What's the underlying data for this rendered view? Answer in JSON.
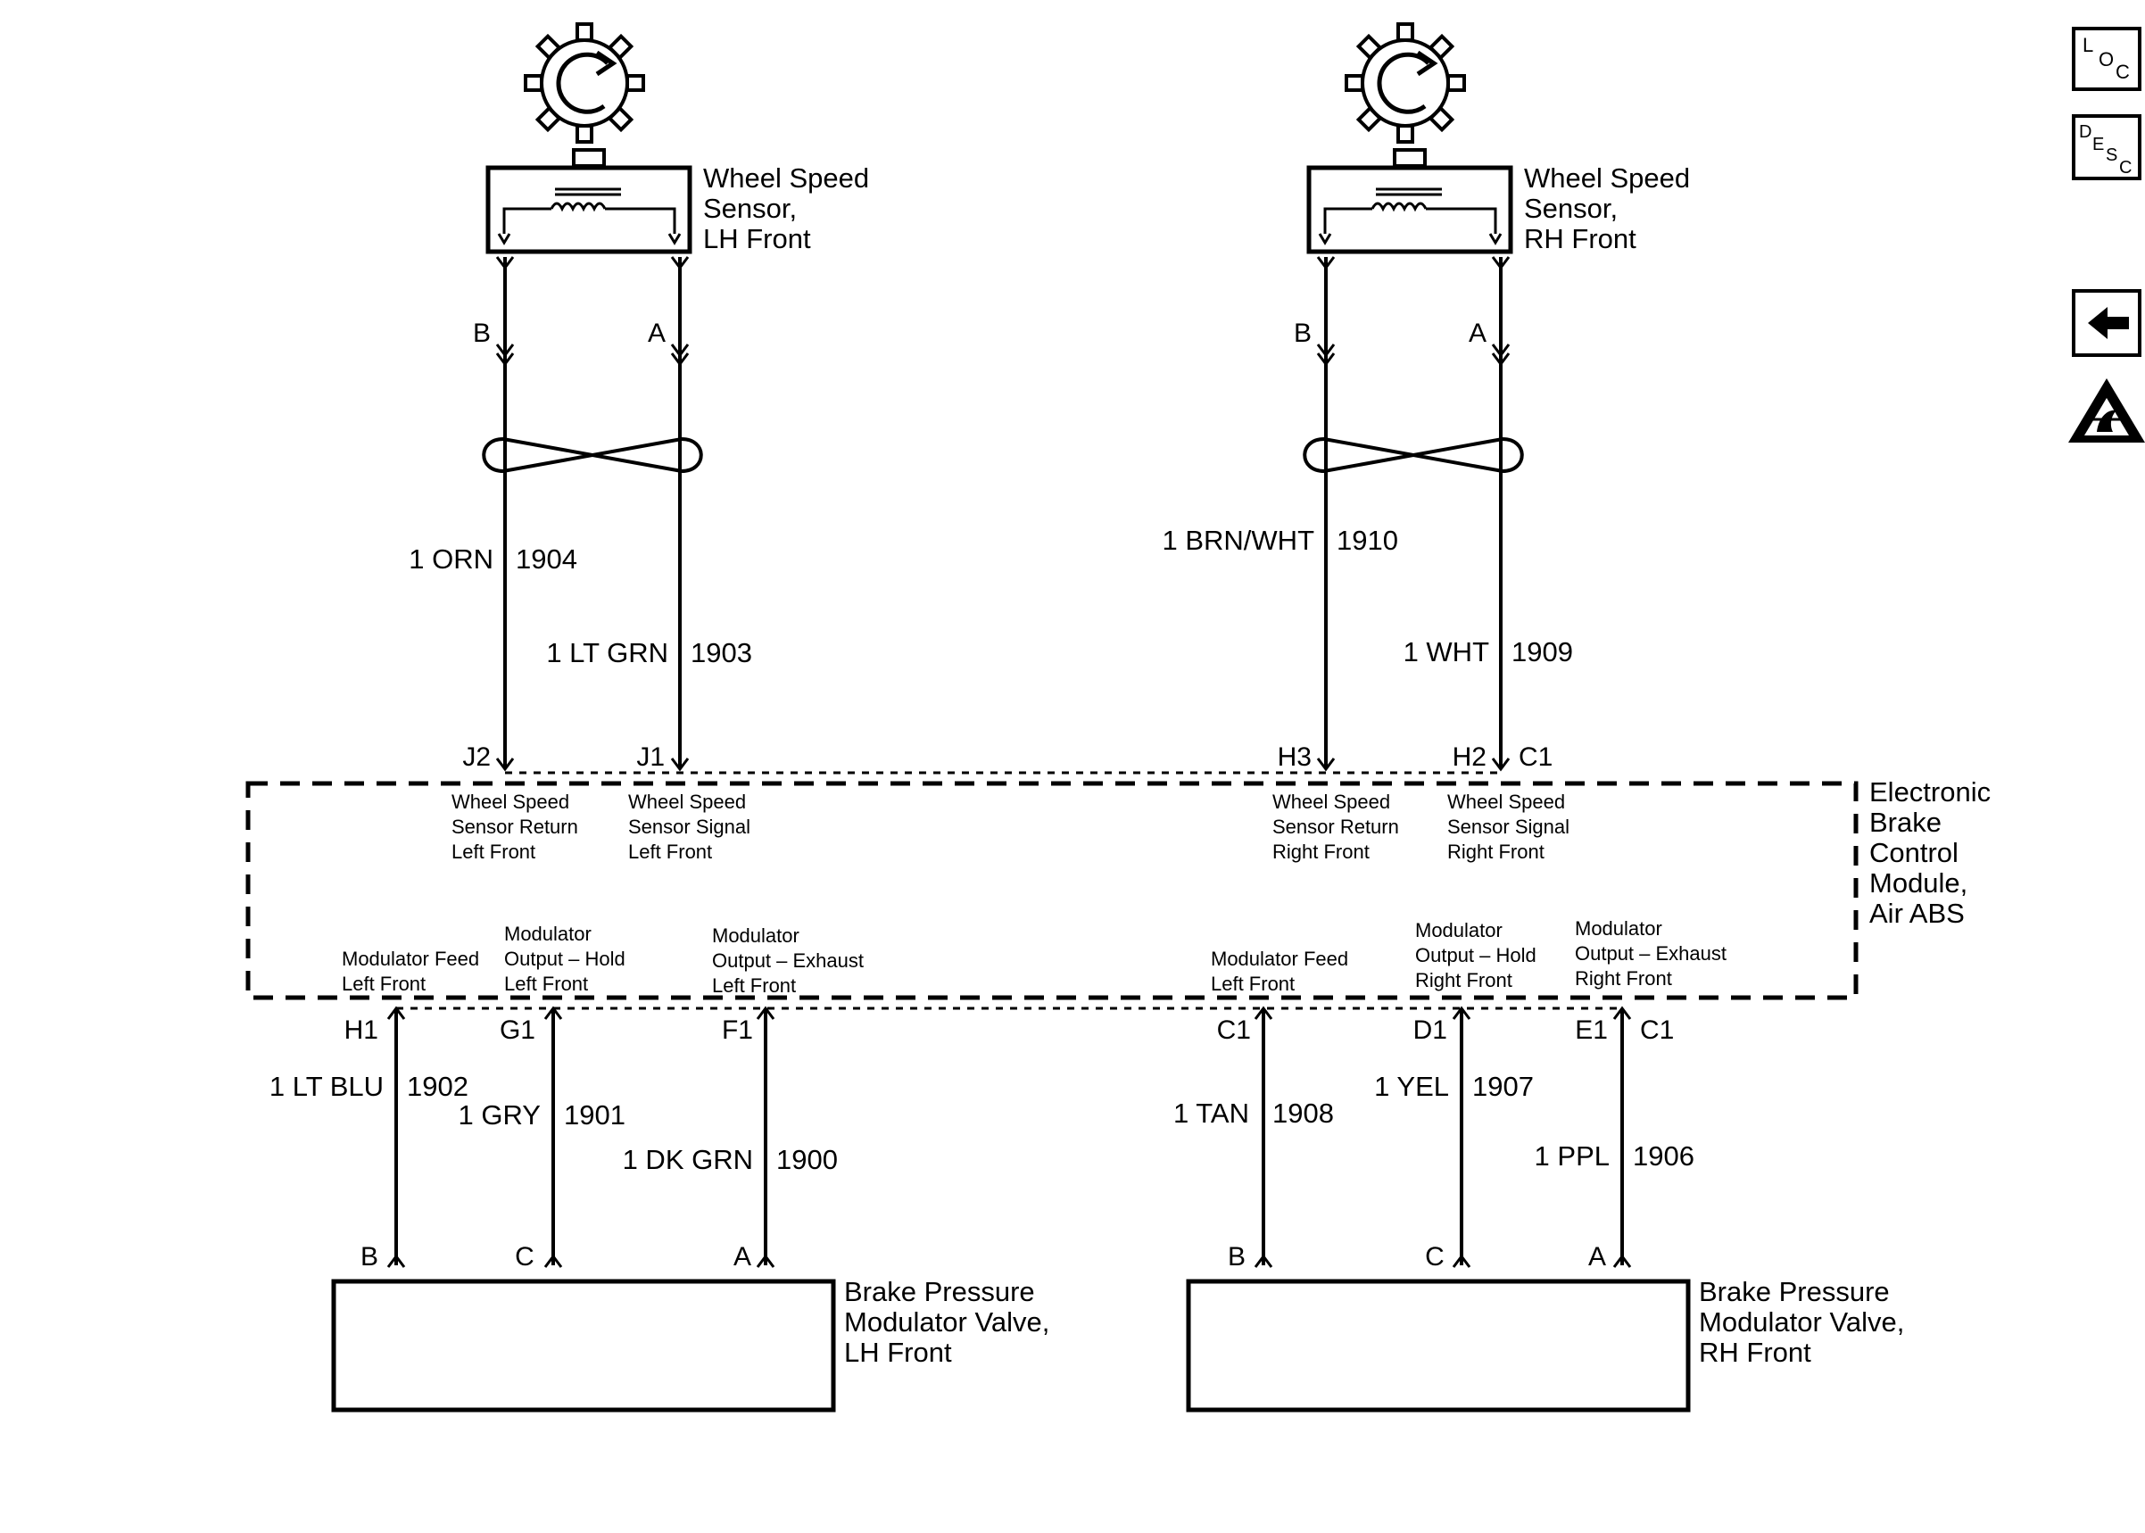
{
  "sensors": {
    "lh": {
      "title": [
        "Wheel Speed",
        "Sensor,",
        "LH Front"
      ],
      "pin_b": "B",
      "pin_a": "A"
    },
    "rh": {
      "title": [
        "Wheel Speed",
        "Sensor,",
        "RH Front"
      ],
      "pin_b": "B",
      "pin_a": "A"
    }
  },
  "wires_top": {
    "lh_return": {
      "color": "1 ORN",
      "circuit": "1904"
    },
    "lh_signal": {
      "color": "1 LT GRN",
      "circuit": "1903"
    },
    "rh_return": {
      "color": "1 BRN/WHT",
      "circuit": "1910"
    },
    "rh_signal": {
      "color": "1 WHT",
      "circuit": "1909"
    }
  },
  "module": {
    "title": [
      "Electronic",
      "Brake",
      "Control",
      "Module,",
      "Air ABS"
    ],
    "pins_top": {
      "j2": "J2",
      "j1": "J1",
      "h3": "H3",
      "h2": "H2",
      "c1": "C1"
    },
    "pins_bottom": {
      "h1": "H1",
      "g1": "G1",
      "f1": "F1",
      "c1": "C1",
      "d1": "D1",
      "e1": "E1",
      "c1b": "C1"
    },
    "labels_top": {
      "lh_return": [
        "Wheel Speed",
        "Sensor Return",
        "Left Front"
      ],
      "lh_signal": [
        "Wheel Speed",
        "Sensor Signal",
        "Left Front"
      ],
      "rh_return": [
        "Wheel Speed",
        "Sensor Return",
        "Right Front"
      ],
      "rh_signal": [
        "Wheel Speed",
        "Sensor Signal",
        "Right Front"
      ]
    },
    "labels_bottom": {
      "lh_feed": [
        "Modulator Feed",
        "Left Front"
      ],
      "lh_hold": [
        "Modulator",
        "Output – Hold",
        "Left Front"
      ],
      "lh_exhaust": [
        "Modulator",
        "Output – Exhaust",
        "Left Front"
      ],
      "rh_feed": [
        "Modulator Feed",
        "Left Front"
      ],
      "rh_hold": [
        "Modulator",
        "Output – Hold",
        "Right Front"
      ],
      "rh_exhaust": [
        "Modulator",
        "Output – Exhaust",
        "Right Front"
      ]
    }
  },
  "wires_bottom": {
    "lh_feed": {
      "color": "1 LT BLU",
      "circuit": "1902"
    },
    "lh_hold": {
      "color": "1 GRY",
      "circuit": "1901"
    },
    "lh_exhaust": {
      "color": "1 DK GRN",
      "circuit": "1900"
    },
    "rh_feed": {
      "color": "1 TAN",
      "circuit": "1908"
    },
    "rh_hold": {
      "color": "1 YEL",
      "circuit": "1907"
    },
    "rh_exhaust": {
      "color": "1 PPL",
      "circuit": "1906"
    }
  },
  "valves": {
    "lh": {
      "title": [
        "Brake Pressure",
        "Modulator Valve,",
        "LH Front"
      ],
      "pin_b": "B",
      "pin_c": "C",
      "pin_a": "A"
    },
    "rh": {
      "title": [
        "Brake Pressure",
        "Modulator Valve,",
        "RH Front"
      ],
      "pin_b": "B",
      "pin_c": "C",
      "pin_a": "A"
    }
  },
  "side_icons": {
    "loc": {
      "icon": "loc-icon",
      "letters": [
        "L",
        "O",
        "C"
      ]
    },
    "desc": {
      "icon": "desc-icon",
      "letters": [
        "D",
        "E",
        "S",
        "C"
      ]
    },
    "back": {
      "icon": "back-arrow-icon"
    },
    "esd": {
      "icon": "esd-warning-icon"
    }
  },
  "colors": {
    "line": "#000000",
    "background": "#ffffff"
  }
}
